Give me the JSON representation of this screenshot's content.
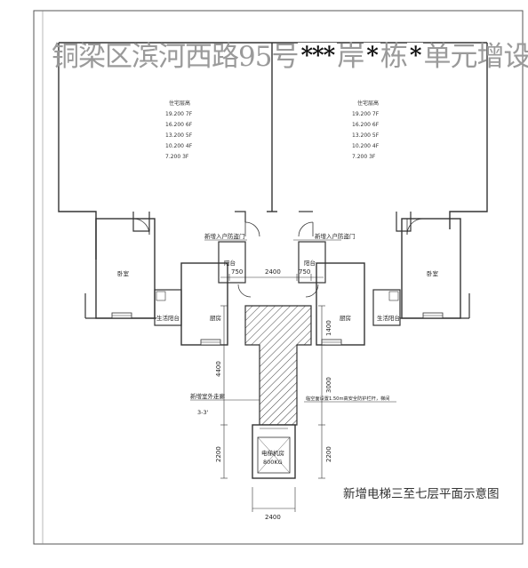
{
  "title": {
    "part1": "铜梁区滨河西路95号",
    "redact1": "***",
    "part2": "岸",
    "redact2": "*",
    "part3": "栋",
    "redact3": "*",
    "part4": "单元增设电梯示意图"
  },
  "caption": "新增电梯三至七层平面示意图",
  "elevation_left": {
    "heading": "住宅层高",
    "rows": [
      "19.200 7F",
      "16.200 6F",
      "13.200 5F",
      "10.200 4F",
      "7.200 3F"
    ]
  },
  "elevation_right": {
    "heading": "住宅层高",
    "rows": [
      "19.200 7F",
      "16.200 6F",
      "13.200 5F",
      "10.200 4F",
      "7.200 3F"
    ]
  },
  "labels": {
    "bedroom_left": "卧室",
    "bedroom_right": "卧室",
    "balcony_left": "阳台",
    "balcony_right": "阳台",
    "service_balcony_left": "生活阳台",
    "service_balcony_right": "生活阳台",
    "kitchen_left": "厨房",
    "kitchen_right": "厨房",
    "new_door_left": "新增入户防盗门",
    "new_door_right": "新增入户防盗门",
    "new_corridor": "新增室外走廊",
    "axis_3_3": "3-3'",
    "railing_note": "临空面设置1.50m高安全防护栏杆，梯间",
    "elevator_room_1": "电梯机房",
    "elevator_room_2": "800KG"
  },
  "dimensions": {
    "d750_left": "750",
    "d2400_top": "2400",
    "d750_right": "750",
    "d1400": "1400",
    "d4400": "4400",
    "d3000": "3000",
    "d2200_left": "2200",
    "d2200_right": "2200",
    "d2400_bottom": "2400"
  },
  "colors": {
    "line": "#333333",
    "title_gray": "#9a9a9a",
    "hatch": "#444444"
  }
}
